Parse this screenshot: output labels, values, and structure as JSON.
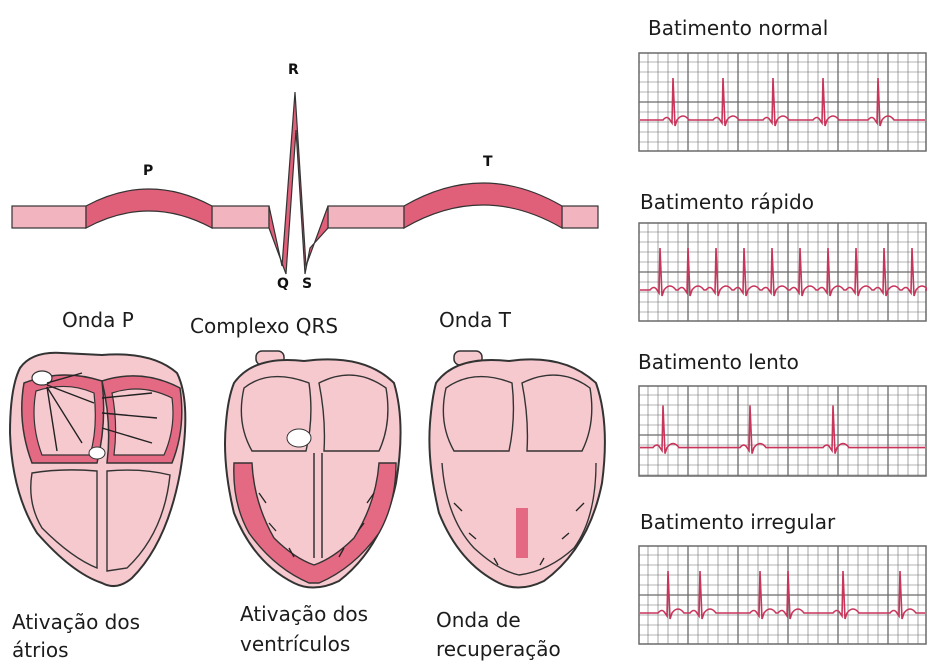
{
  "waveform": {
    "letters": {
      "p": "P",
      "r": "R",
      "q": "Q",
      "s": "S",
      "t": "T"
    }
  },
  "phases": [
    {
      "title": "Onda P",
      "caption_line1": "Ativação dos",
      "caption_line2": "átrios"
    },
    {
      "title": "Complexo QRS",
      "caption_line1": "Ativação dos",
      "caption_line2": "ventrículos"
    },
    {
      "title": "Onda T",
      "caption_line1": "Onda de",
      "caption_line2": "recuperação"
    }
  ],
  "rhythms": [
    {
      "title": "Batimento normal"
    },
    {
      "title": "Batimento rápido"
    },
    {
      "title": "Batimento lento"
    },
    {
      "title": "Batimento irregular"
    }
  ],
  "colors": {
    "wave_fill": "#e0607a",
    "wave_light": "#f2b5c0",
    "heart_fill": "#f6c9cf",
    "heart_accent": "#e46a84",
    "ecg_line": "#c8345a",
    "grid": "#6a6a6a"
  }
}
